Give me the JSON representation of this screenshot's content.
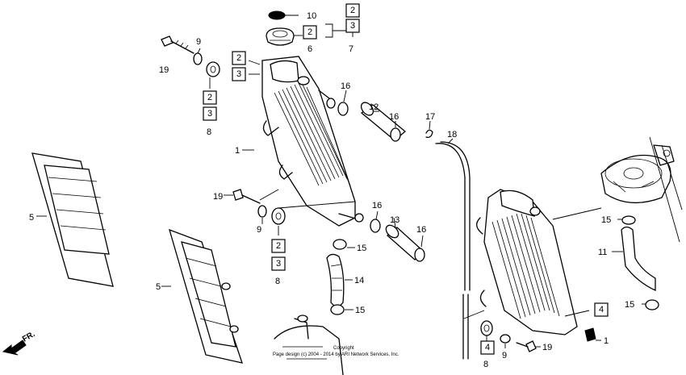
{
  "diagram": {
    "labels": [
      {
        "text": "10"
      },
      {
        "text": "6"
      },
      {
        "text": "7"
      },
      {
        "text": "9"
      },
      {
        "text": "19"
      },
      {
        "text": "8"
      },
      {
        "text": "16"
      },
      {
        "text": "12"
      },
      {
        "text": "16"
      },
      {
        "text": "17"
      },
      {
        "text": "18"
      },
      {
        "text": "1"
      },
      {
        "text": "5"
      },
      {
        "text": "19"
      },
      {
        "text": "9"
      },
      {
        "text": "8"
      },
      {
        "text": "16"
      },
      {
        "text": "13"
      },
      {
        "text": "16"
      },
      {
        "text": "15"
      },
      {
        "text": "14"
      },
      {
        "text": "15"
      },
      {
        "text": "5"
      },
      {
        "text": "15"
      },
      {
        "text": "11"
      },
      {
        "text": "15"
      },
      {
        "text": "1"
      },
      {
        "text": "9"
      },
      {
        "text": "19"
      },
      {
        "text": "8"
      }
    ],
    "boxes": [
      {
        "text": "2"
      },
      {
        "text": "3"
      },
      {
        "text": "2"
      },
      {
        "text": "2"
      },
      {
        "text": "3"
      },
      {
        "text": "2"
      },
      {
        "text": "3"
      },
      {
        "text": "2"
      },
      {
        "text": "3"
      },
      {
        "text": "4"
      },
      {
        "text": "4"
      }
    ],
    "front_label": "FR.",
    "copyright": "Copyright",
    "copyright_line2": "Page design (c) 2004 - 2014 by ARI Network Services, Inc."
  }
}
